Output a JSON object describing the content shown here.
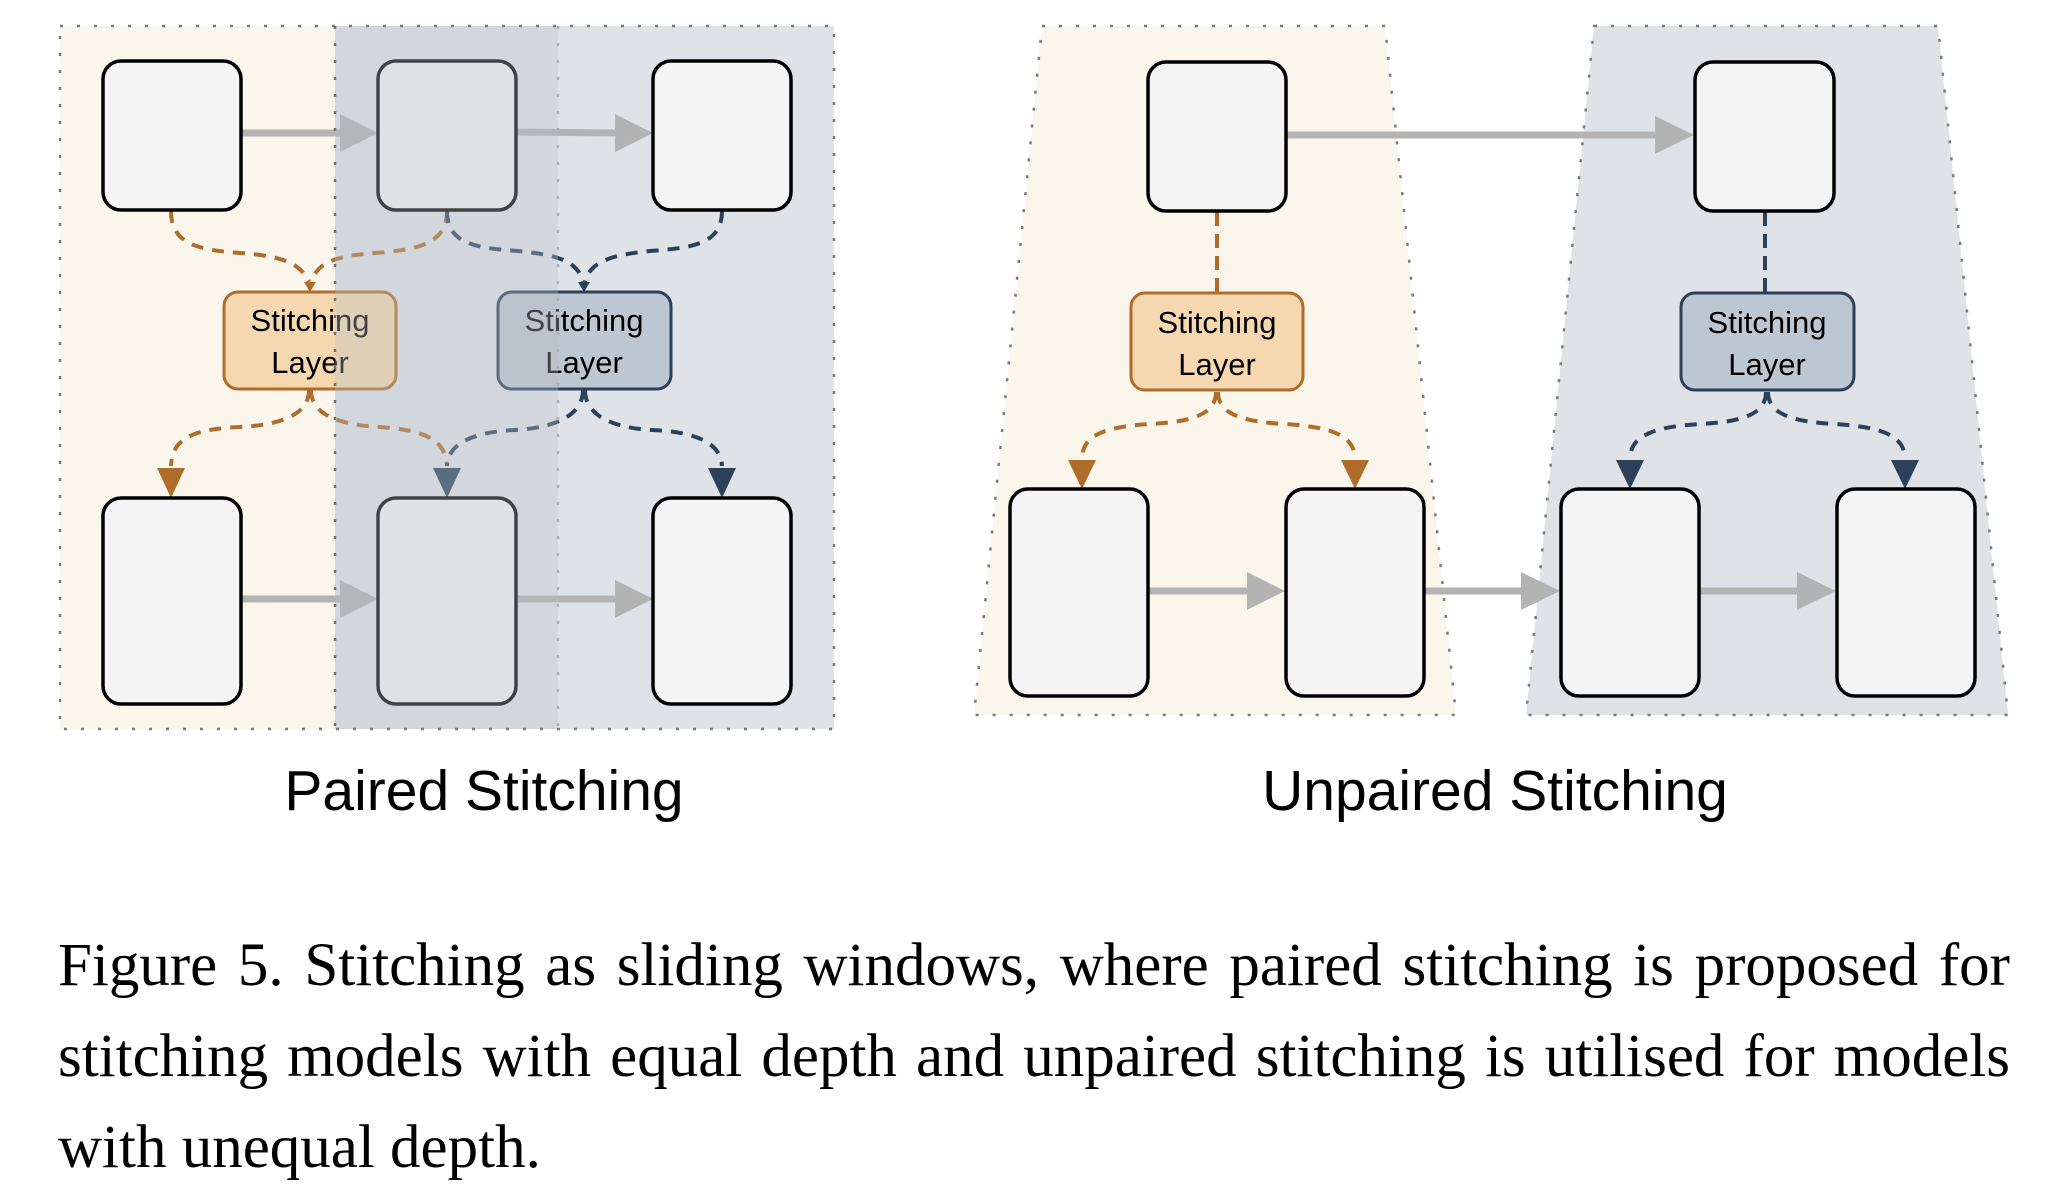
{
  "figure": {
    "paired_title": "Paired Stitching",
    "unpaired_title": "Unpaired Stitching",
    "stitching_layer_line1": "Stitching",
    "stitching_layer_line2": "Layer",
    "caption": "Figure 5.  Stitching as sliding windows, where paired stitching is proposed for stitching models with equal depth and unpaired stitching is utilised for models with unequal depth."
  },
  "colors": {
    "orange_stroke": "#b06c2a",
    "orange_fill": "#f5d8b0",
    "blue_stroke": "#2c4159",
    "blue_fill": "#bdc7d2",
    "beige_region": "#fbf6ec",
    "gray_region": "#dfe3e8",
    "block_fill": "#f4f4f4",
    "arrow_gray": "#b3b3b3"
  }
}
